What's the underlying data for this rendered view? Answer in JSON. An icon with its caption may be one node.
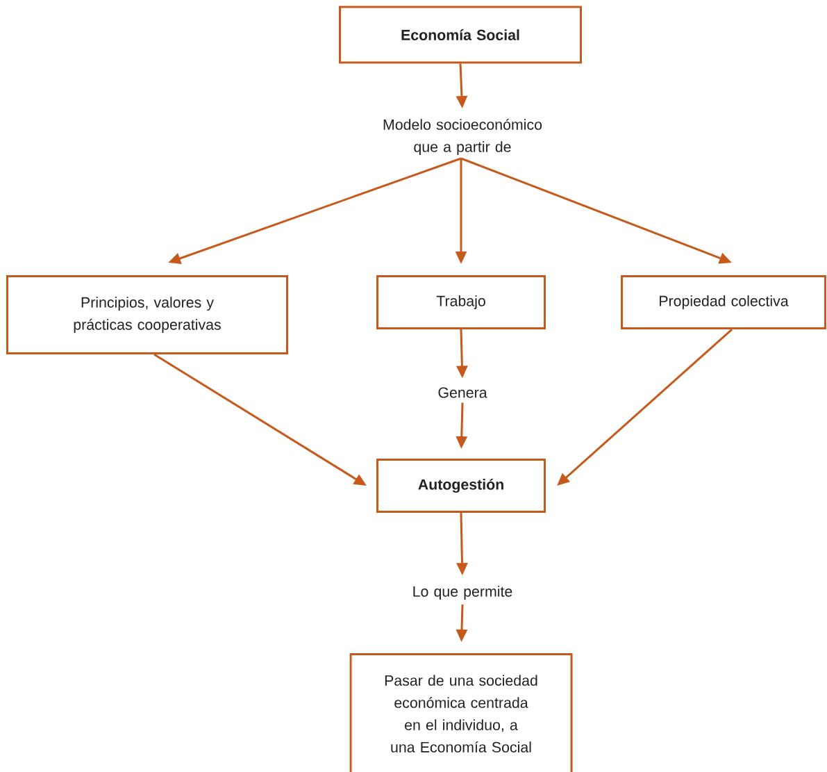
{
  "diagram": {
    "nodes": [
      {
        "text": [
          "Economía Social"
        ]
      },
      {
        "text": [
          "Modelo socioeconómico que a partir de"
        ]
      },
      {
        "text": [
          "Principios, valores y prácticas cooperativas"
        ]
      },
      {
        "text": [
          "Trabajo"
        ]
      },
      {
        "text": [
          "Propiedad colectiva"
        ]
      },
      {
        "text": [
          "Genera"
        ]
      },
      {
        "text": [
          "Autogestión"
        ]
      },
      {
        "text": [
          "Lo que permite"
        ]
      },
      {
        "text": [
          "Pasar de una sociedad económica centrada en el individuo, a una Economía Social"
        ]
      }
    ],
    "edges": [
      {
        "from": 0,
        "to": 1,
        "arrow": "to"
      },
      {
        "from": 1,
        "to": 2,
        "arrow": "to"
      },
      {
        "from": 1,
        "to": 3,
        "arrow": "to"
      },
      {
        "from": 1,
        "to": 4,
        "arrow": "to"
      },
      {
        "from": 3,
        "to": 5,
        "arrow": "to"
      },
      {
        "from": 2,
        "to": 6,
        "arrow": "to"
      },
      {
        "from": 5,
        "to": 6,
        "arrow": "to"
      },
      {
        "from": 4,
        "to": 6,
        "arrow": "to"
      },
      {
        "from": 6,
        "to": 7,
        "arrow": "to"
      },
      {
        "from": 7,
        "to": 8,
        "arrow": "to"
      }
    ]
  }
}
